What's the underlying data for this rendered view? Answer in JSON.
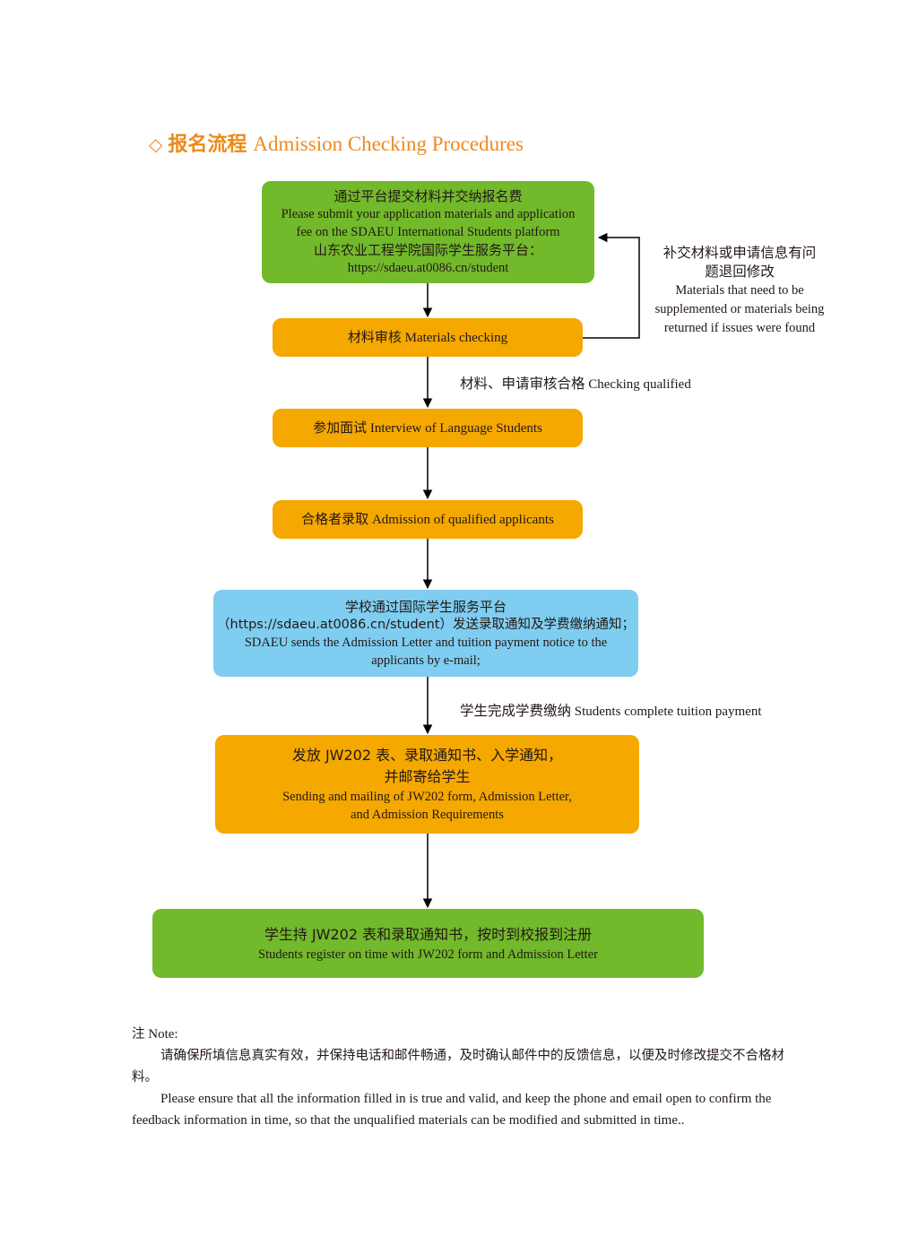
{
  "title": {
    "icon": "diamond-icon",
    "zh": "报名流程",
    "en": "Admission Checking Procedures"
  },
  "colors": {
    "title": "#ee8a1f",
    "green": "#72b92c",
    "orange": "#f5a800",
    "blue": "#7fcdf0",
    "arrow": "#000000"
  },
  "steps": [
    {
      "id": "submit",
      "color": "green",
      "lines": [
        {
          "lang": "zh",
          "text": "通过平台提交材料并交纳报名费"
        },
        {
          "lang": "en",
          "text": "Please submit your application materials and application"
        },
        {
          "lang": "en",
          "text": "fee on the SDAEU International Students platform"
        },
        {
          "lang": "zh",
          "text": "山东农业工程学院国际学生服务平台："
        },
        {
          "lang": "en",
          "text": "https://sdaeu.at0086.cn/student"
        }
      ]
    },
    {
      "id": "materials-checking",
      "color": "orange",
      "zh": "材料审核",
      "en": "Materials checking"
    },
    {
      "id": "interview",
      "color": "orange",
      "zh": "参加面试",
      "en": "Interview of Language Students"
    },
    {
      "id": "admission",
      "color": "orange",
      "zh": "合格者录取",
      "en": "Admission of qualified applicants"
    },
    {
      "id": "notice",
      "color": "blue",
      "lines": [
        {
          "lang": "zh",
          "text": "学校通过国际学生服务平台"
        },
        {
          "lang": "mixed",
          "text": "（https://sdaeu.at0086.cn/student）发送录取通知及学费缴纳通知；"
        },
        {
          "lang": "en",
          "text": "SDAEU sends the Admission Letter and tuition payment notice to the"
        },
        {
          "lang": "en",
          "text": "applicants by e-mail;"
        }
      ]
    },
    {
      "id": "mailing",
      "color": "orange",
      "lines": [
        {
          "lang": "zh",
          "text": "发放 JW202 表、录取通知书、入学通知，"
        },
        {
          "lang": "zh",
          "text": "并邮寄给学生"
        },
        {
          "lang": "en",
          "text": "Sending and mailing of JW202 form, Admission Letter,"
        },
        {
          "lang": "en",
          "text": "and Admission Requirements"
        }
      ]
    },
    {
      "id": "register",
      "color": "green",
      "lines": [
        {
          "lang": "zh",
          "text": "学生持 JW202 表和录取通知书，按时到校报到注册"
        },
        {
          "lang": "en",
          "text": "Students register on time with JW202 form and Admission Letter"
        }
      ]
    }
  ],
  "edge_labels": {
    "return": {
      "zh_lines": [
        "补交材料或申请信息有问",
        "题退回修改"
      ],
      "en_lines": [
        "Materials that need to be",
        "supplemented or materials being",
        "returned if issues were found"
      ]
    },
    "qualified": {
      "zh": "材料、申请审核合格",
      "en": "Checking qualified"
    },
    "payment": {
      "zh": "学生完成学费缴纳",
      "en": "Students complete tuition payment"
    }
  },
  "note": {
    "heading_zh": "注",
    "heading_en": "Note:",
    "zh_text": "请确保所填信息真实有效，并保持电话和邮件畅通，及时确认邮件中的反馈信息，以便及时修改提交不合格材料。",
    "en_text": "Please ensure that all the information filled in is true and valid, and keep the phone and email open to confirm the feedback information in time, so that the unqualified materials can be modified and submitted in time.."
  }
}
